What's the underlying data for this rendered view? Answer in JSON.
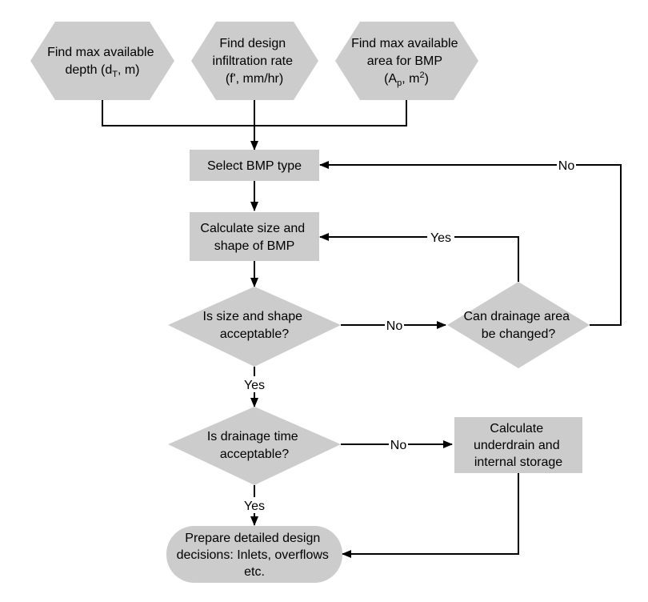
{
  "nodes": {
    "depth": {
      "line1": "Find max available",
      "line2_pre": "depth (d",
      "line2_sub": "T",
      "line2_post": ", m)"
    },
    "infiltration": {
      "line1": "Find design",
      "line2": "infiltration rate",
      "line3": "(f', mm/hr)"
    },
    "area": {
      "line1": "Find max available",
      "line2": "area for BMP",
      "line3_pre": "(A",
      "line3_sub": "p",
      "line3_mid": ", m",
      "line3_sup": "2",
      "line3_post": ")"
    },
    "select_bmp": {
      "line1": "Select BMP type"
    },
    "calc_size": {
      "line1": "Calculate size and",
      "line2": "shape of BMP"
    },
    "size_ok": {
      "line1": "Is size and shape",
      "line2": "acceptable?"
    },
    "drainage_area": {
      "line1": "Can drainage area",
      "line2": "be changed?"
    },
    "drain_time": {
      "line1": "Is drainage time",
      "line2": "acceptable?"
    },
    "underdrain": {
      "line1": "Calculate",
      "line2": "underdrain and",
      "line3": "internal storage"
    },
    "prepare": {
      "line1": "Prepare detailed design",
      "line2": "decisions: Inlets, overflows",
      "line3": "etc."
    }
  },
  "edges": {
    "no_to_select": "No",
    "yes_to_calc": "Yes",
    "no_size": "No",
    "yes_size": "Yes",
    "no_time": "No",
    "yes_time": "Yes"
  }
}
